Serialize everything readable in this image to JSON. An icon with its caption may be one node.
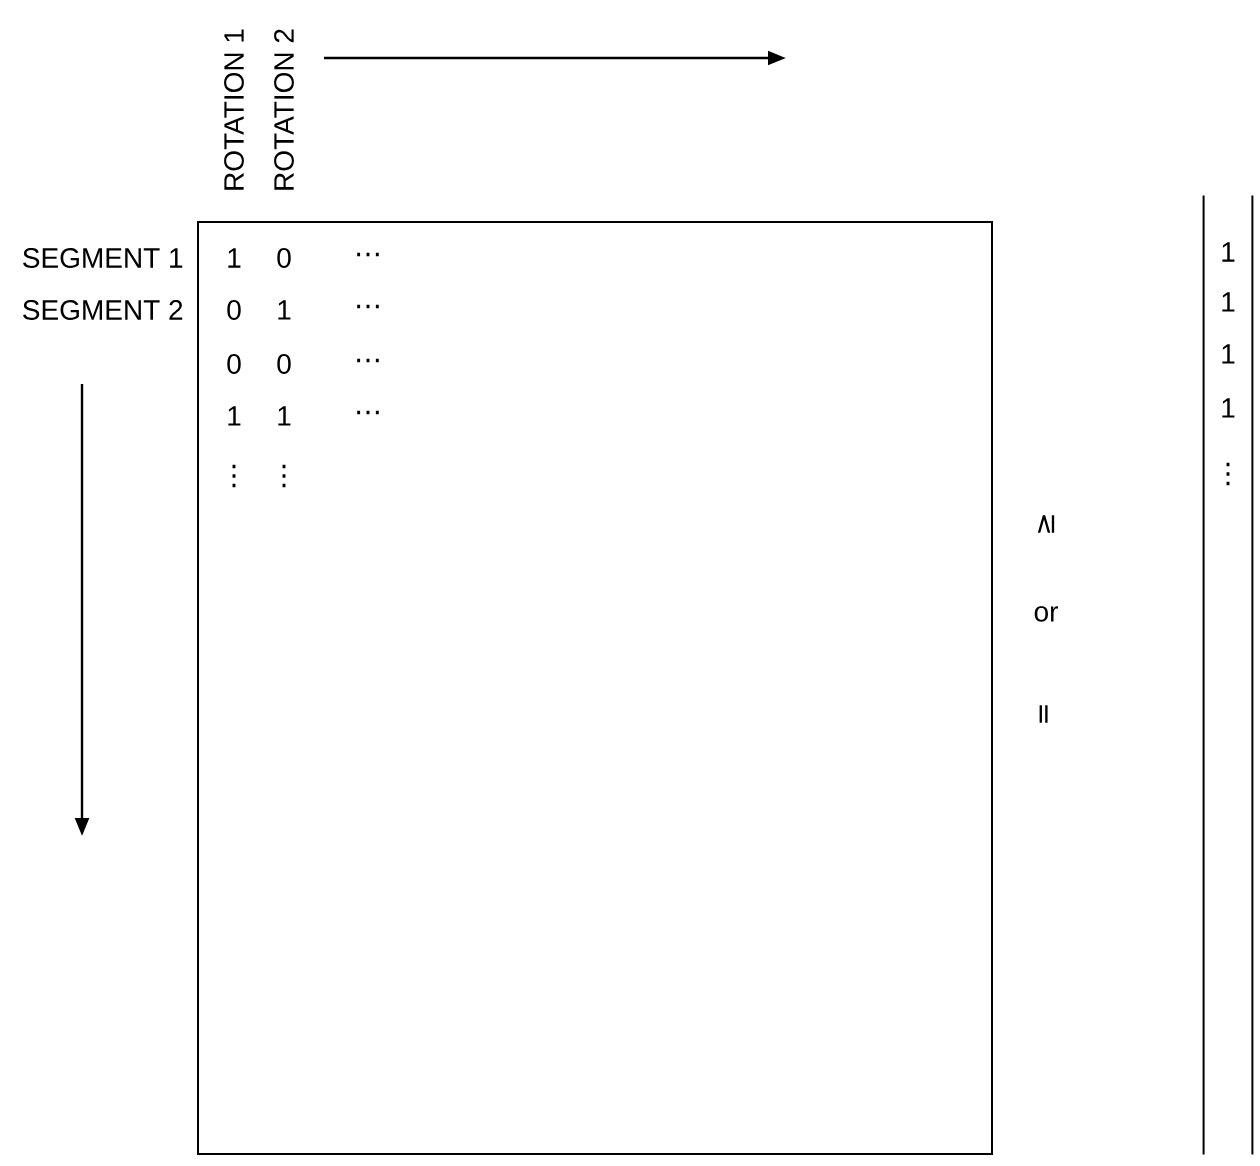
{
  "diagram": {
    "nodes": [
      {
        "text": [],
        "shape": "box"
      },
      {
        "text": [],
        "shape": "bar"
      }
    ],
    "labels": [
      "ROTATION 1",
      "ROTATION 2",
      "SEGMENT 1",
      "1",
      "0",
      "⋯",
      "SEGMENT 2",
      "0",
      "1",
      "⋯",
      "0",
      "0",
      "⋯",
      "1",
      "1",
      "⋯",
      "⋮",
      "⋮",
      "≥",
      "or",
      "=",
      "1",
      "1",
      "1",
      "1",
      "⋮"
    ]
  }
}
